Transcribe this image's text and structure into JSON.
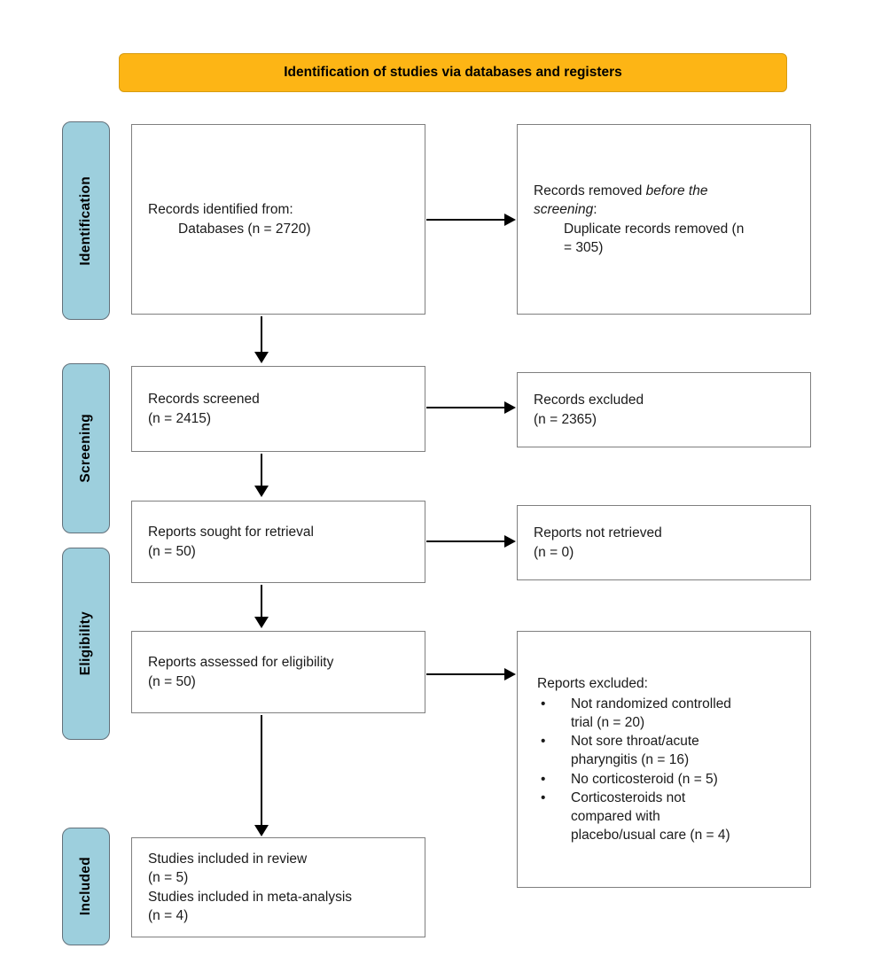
{
  "banner": {
    "label": "Identification of studies via databases and registers"
  },
  "stages": {
    "identification": "Identification",
    "screening": "Screening",
    "eligibility": "Eligibility",
    "included": "Included"
  },
  "boxes": {
    "records_identified": {
      "line1": "Records identified from:",
      "line2": "Databases (n = 2720)"
    },
    "records_removed": {
      "lead": "Records removed ",
      "italic_line1": "before the",
      "italic_line2": "screening",
      "tail": ":",
      "item_lines": [
        "Duplicate records removed (n",
        "= 305)"
      ]
    },
    "records_screened": {
      "line1": "Records screened",
      "line2": "(n = 2415)"
    },
    "records_excluded": {
      "line1": "Records excluded",
      "line2": "(n = 2365)"
    },
    "reports_sought": {
      "line1": "Reports sought for retrieval",
      "line2": "(n = 50)"
    },
    "reports_not_retrieved": {
      "line1": "Reports not retrieved",
      "line2": "(n = 0)"
    },
    "reports_assessed": {
      "line1": "Reports assessed for eligibility",
      "line2": "(n = 50)"
    },
    "reports_excluded": {
      "title": "Reports excluded:",
      "bullet_char": "•",
      "bullets": [
        [
          "Not randomized controlled",
          "trial (n = 20)"
        ],
        [
          "Not sore throat/acute",
          "pharyngitis (n = 16)"
        ],
        [
          "No corticosteroid (n = 5)"
        ],
        [
          "Corticosteroids not",
          "compared with",
          "placebo/usual care (n = 4)"
        ]
      ]
    },
    "studies_included": {
      "line1": "Studies included in review",
      "line2": "(n = 5)",
      "line3": "Studies included in meta-analysis",
      "line4": "(n = 4)"
    }
  },
  "colors": {
    "banner_bg": "#FDB515",
    "stage_bg": "#9DCFDD",
    "box_border": "#7F7F7F",
    "arrow": "#000000"
  }
}
